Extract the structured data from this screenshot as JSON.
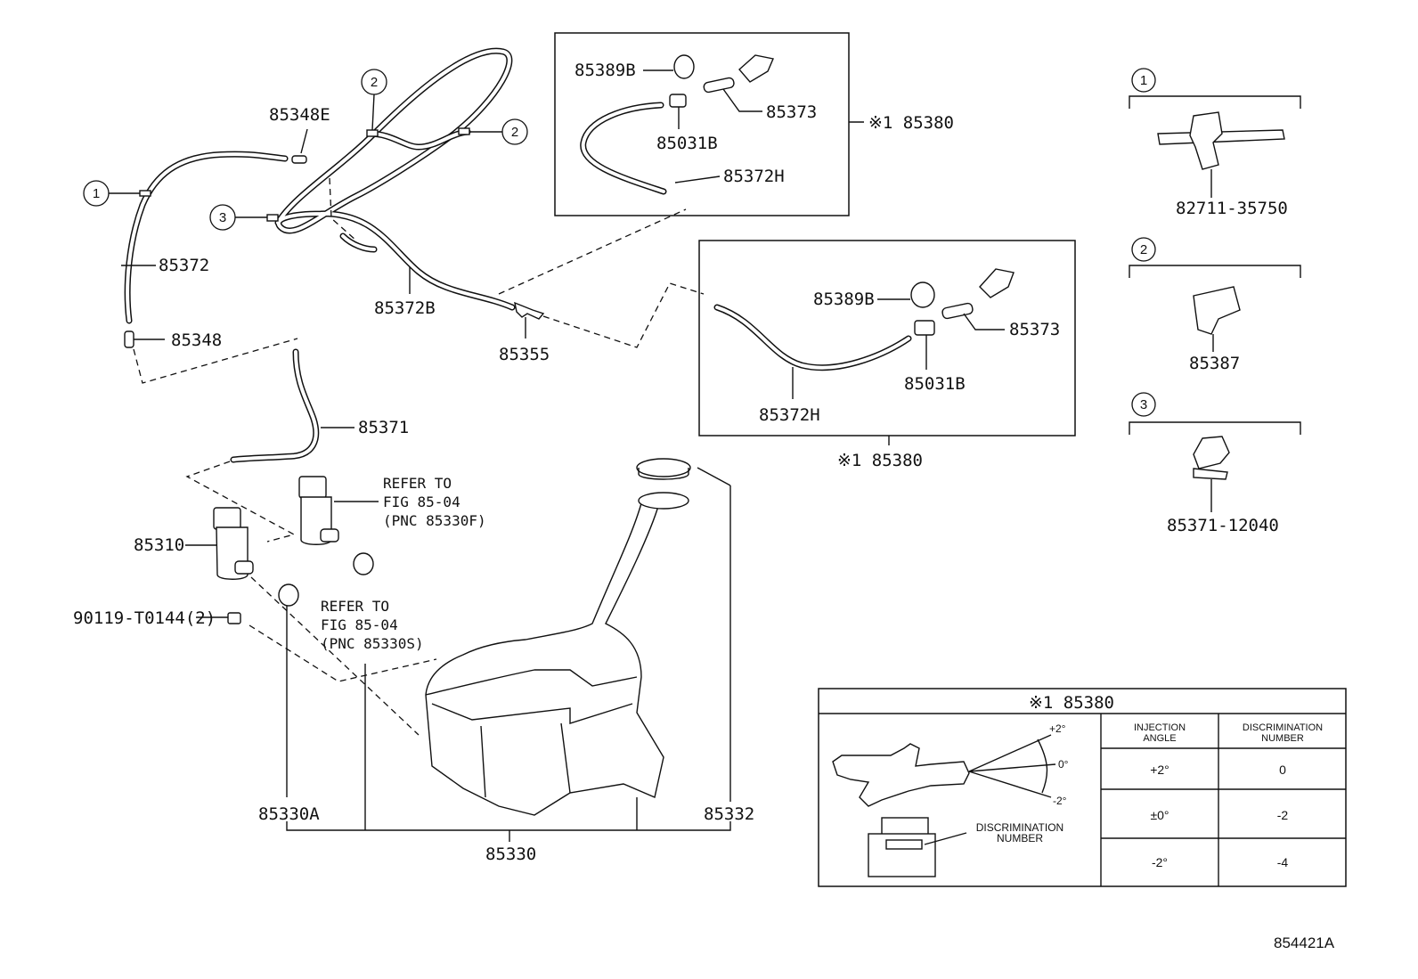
{
  "labels": {
    "p85348E": "85348E",
    "p85372": "85372",
    "p85348": "85348",
    "p85372B": "85372B",
    "p85355": "85355",
    "p85371": "85371",
    "p85310": "85310",
    "p90119": "90119-T0144(2)",
    "p85330A": "85330A",
    "p85330": "85330",
    "p85332": "85332",
    "b1_85389B": "85389B",
    "b1_85373": "85373",
    "b1_85031B": "85031B",
    "b1_85372H": "85372H",
    "b1_85380": "※1 85380",
    "b2_85389B": "85389B",
    "b2_85373": "85373",
    "b2_85031B": "85031B",
    "b2_85372H": "85372H",
    "b2_85380": "※1 85380"
  },
  "refer_f": [
    "REFER TO",
    "FIG 85-04",
    "(PNC 85330F)"
  ],
  "refer_s": [
    "REFER TO",
    "FIG 85-04",
    "(PNC 85330S)"
  ],
  "callouts": [
    "1",
    "2",
    "3"
  ],
  "legend": {
    "item1": {
      "num": "1",
      "part": "82711-35750"
    },
    "item2": {
      "num": "2",
      "part": "85387"
    },
    "item3": {
      "num": "3",
      "part": "85371-12040"
    }
  },
  "table": {
    "title": "※1 85380",
    "header_angle": [
      "INJECTION",
      "ANGLE"
    ],
    "header_disc": [
      "DISCRIMINATION",
      "NUMBER"
    ],
    "rows": [
      {
        "angle": "+2°",
        "disc": "0"
      },
      {
        "angle": "±0°",
        "disc": "-2"
      },
      {
        "angle": "-2°",
        "disc": "-4"
      }
    ],
    "angle_plus": "+2°",
    "angle_zero": "0°",
    "angle_minus": "-2°",
    "disc_label": [
      "DISCRIMINATION",
      "NUMBER"
    ]
  },
  "figure_id": "854421A"
}
